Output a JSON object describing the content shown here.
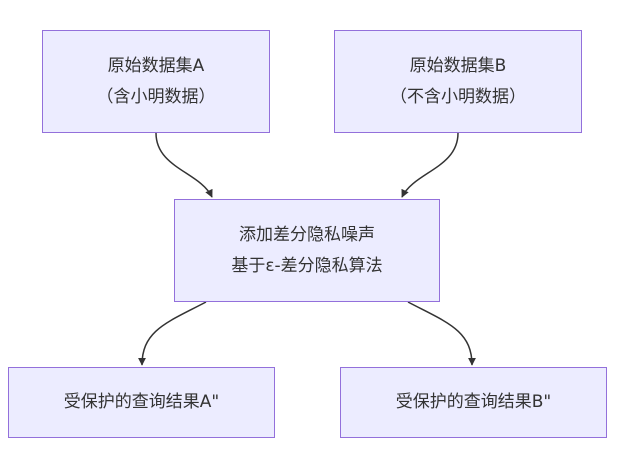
{
  "nodes": {
    "dataset_a": {
      "line1": "原始数据集A",
      "line2": "（含小明数据）"
    },
    "dataset_b": {
      "line1": "原始数据集B",
      "line2": "（不含小明数据）"
    },
    "noise": {
      "line1": "添加差分隐私噪声",
      "line2": "基于ε-差分隐私算法"
    },
    "result_a": {
      "label": "受保护的查询结果A\""
    },
    "result_b": {
      "label": "受保护的查询结果B\""
    }
  },
  "edges": [
    {
      "from": "dataset_a",
      "to": "noise"
    },
    {
      "from": "dataset_b",
      "to": "noise"
    },
    {
      "from": "noise",
      "to": "result_a"
    },
    {
      "from": "noise",
      "to": "result_b"
    }
  ],
  "colors": {
    "node_fill": "#ECECFF",
    "node_border": "#9370DB",
    "edge": "#333333",
    "text": "#333333"
  }
}
